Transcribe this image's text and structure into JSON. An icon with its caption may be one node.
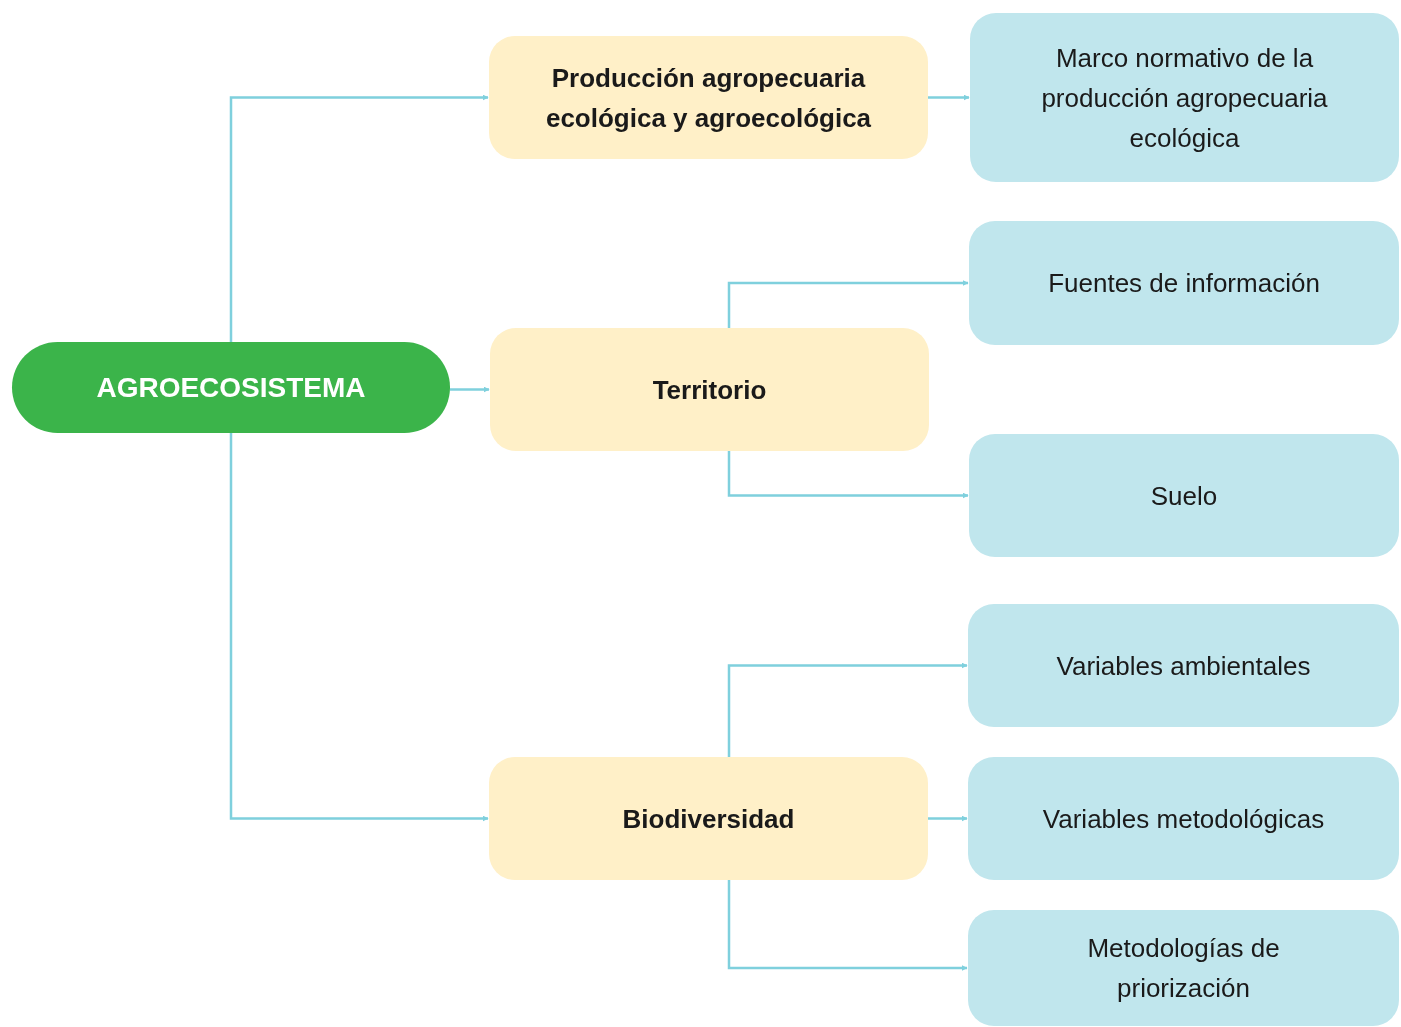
{
  "diagram": {
    "nodes": [
      {
        "text": [
          "AGROECOSISTEMA"
        ]
      },
      {
        "text": [
          "Producción agropecuaria ecológica y agroecológica"
        ]
      },
      {
        "text": [
          "Territorio"
        ]
      },
      {
        "text": [
          "Biodiversidad"
        ]
      },
      {
        "text": [
          "Marco normativo de la producción agropecuaria ecológica"
        ]
      },
      {
        "text": [
          "Fuentes de información"
        ]
      },
      {
        "text": [
          "Suelo"
        ]
      },
      {
        "text": [
          "Variables ambientales"
        ]
      },
      {
        "text": [
          "Variables metodológicas"
        ]
      },
      {
        "text": [
          "Metodologías de priorización"
        ]
      }
    ],
    "edges": [
      {
        "from": 0,
        "to": 1,
        "arrow": "to"
      },
      {
        "from": 0,
        "to": 2,
        "arrow": "to"
      },
      {
        "from": 0,
        "to": 3,
        "arrow": "to"
      },
      {
        "from": 1,
        "to": 4,
        "arrow": "to"
      },
      {
        "from": 2,
        "to": 5,
        "arrow": "to"
      },
      {
        "from": 2,
        "to": 6,
        "arrow": "to"
      },
      {
        "from": 3,
        "to": 7,
        "arrow": "to"
      },
      {
        "from": 3,
        "to": 8,
        "arrow": "to"
      },
      {
        "from": 3,
        "to": 9,
        "arrow": "to"
      }
    ]
  }
}
